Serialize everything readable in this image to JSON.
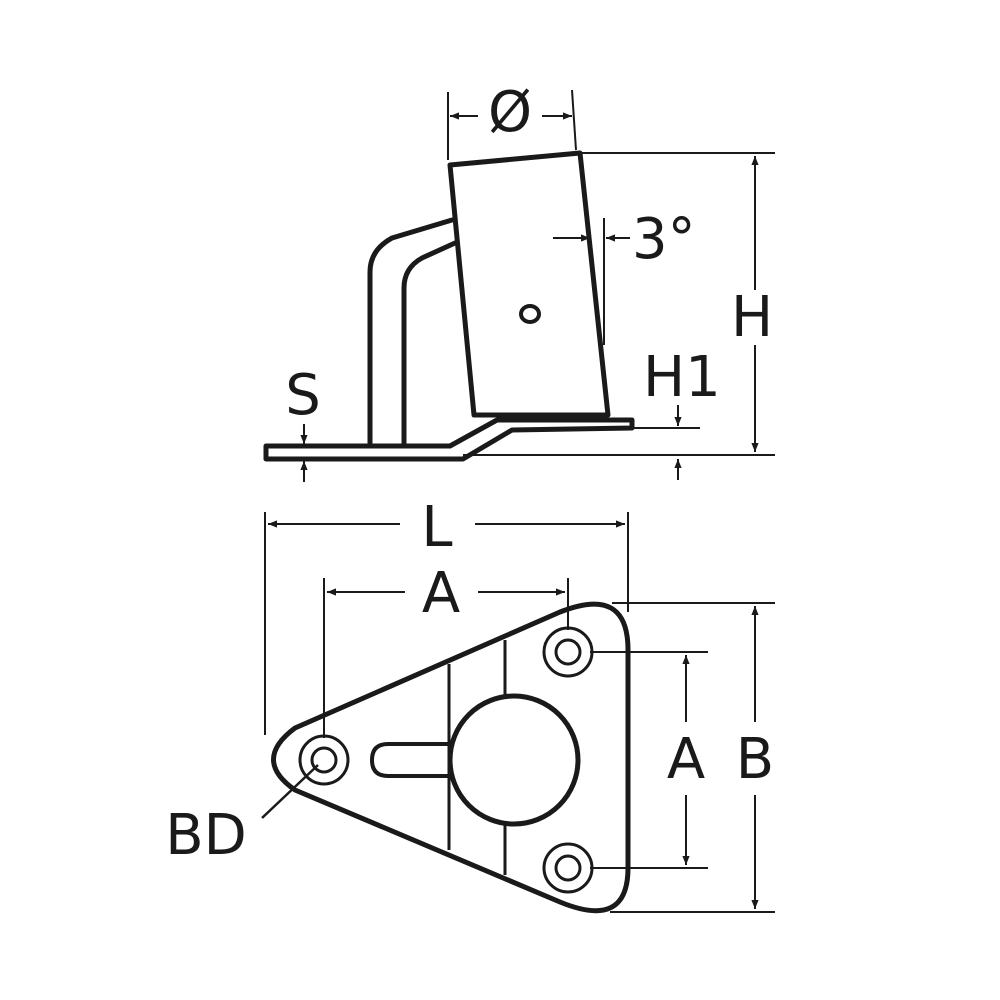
{
  "labels": {
    "diameter": "Ø",
    "angle": "3°",
    "height": "H",
    "height1": "H1",
    "thickness": "S",
    "length": "L",
    "hole_spacing_horizontal": "A",
    "hole_spacing_vertical": "A",
    "width": "B",
    "bolt_diameter": "BD"
  },
  "colors": {
    "line": "#1a1a1a",
    "background": "#ffffff"
  }
}
